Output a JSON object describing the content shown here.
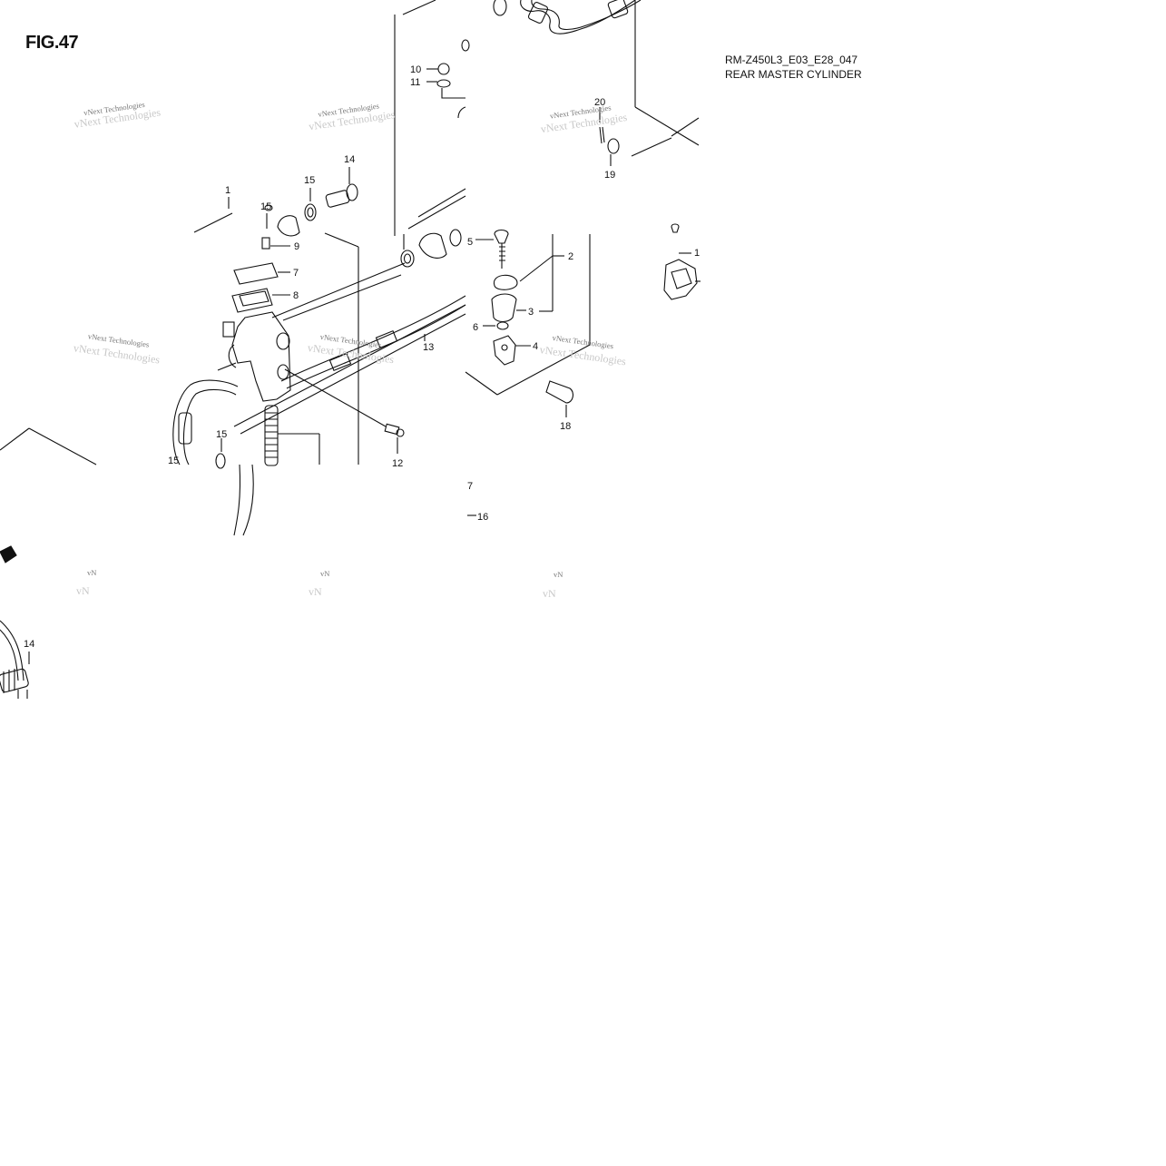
{
  "figure": {
    "number": "FIG.47",
    "code": "RM-Z450L3_E03_E28_047",
    "title": "REAR MASTER CYLINDER"
  },
  "watermark": {
    "text": "vNext Technologies",
    "cut_text": "vN"
  },
  "callouts": {
    "c1": "1",
    "c2": "2",
    "c3": "3",
    "c4": "4",
    "c5": "5",
    "c6": "6",
    "c7": "7",
    "c7b": "7",
    "c8": "8",
    "c9": "9",
    "c10": "10",
    "c11": "11",
    "c12": "12",
    "c13": "13",
    "c14a": "14",
    "c14b": "14",
    "c15a": "15",
    "c15b": "15",
    "c15c": "15",
    "c15d": "15",
    "c16": "16",
    "c18": "18",
    "c19": "19",
    "c20": "20",
    "c1r": "1"
  }
}
